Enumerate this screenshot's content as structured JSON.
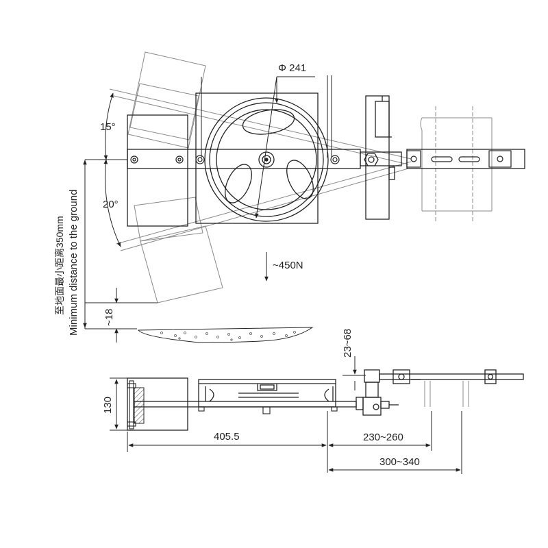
{
  "labels": {
    "diameter": "Φ 241",
    "angle_top": "15°",
    "angle_bottom": "20°",
    "force": "~450N",
    "gap": "~18",
    "vertical_note_cn": "至地面最小距离350mm",
    "vertical_note_en": "Minimum distance to the ground",
    "height_range": "23~68",
    "height": "130",
    "length": "405.5",
    "reach_inner": "230~260",
    "reach_outer": "300~340"
  },
  "colors": {
    "line": "#222222",
    "light_line": "#888888",
    "hatch": "#444444"
  }
}
